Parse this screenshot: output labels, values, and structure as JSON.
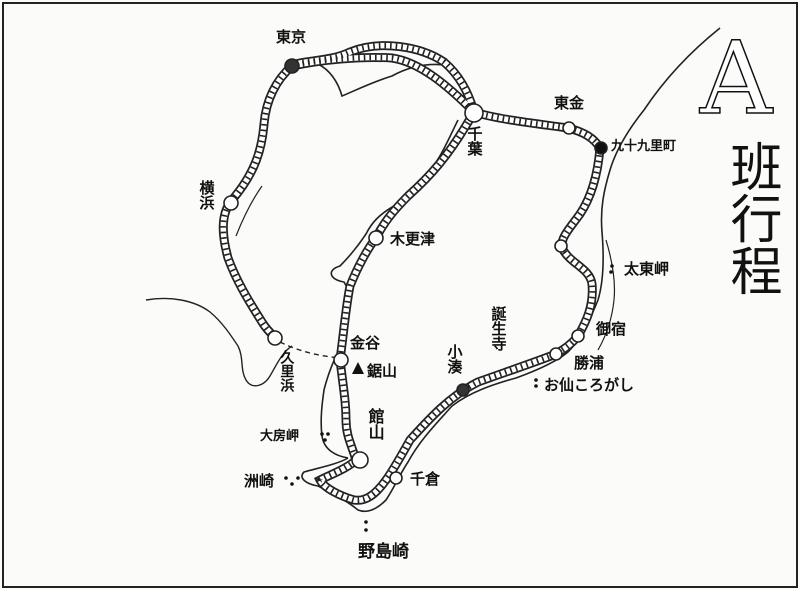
{
  "map": {
    "title_letter": "A",
    "title_text": "班行程",
    "places": {
      "tokyo": "東京",
      "yokohama": "横浜",
      "chiba": "千葉",
      "togane": "東金",
      "kujukuri": "九十九里町",
      "kisarazu": "木更津",
      "kurihama": "久里浜",
      "kanaya": "金谷",
      "nokogiriyama": "鋸山",
      "tateyama": "館山",
      "taibusa": "大房岬",
      "sunosaki": "洲崎",
      "nojimazaki": "野島崎",
      "chikura": "千倉",
      "kominato": "小湊",
      "tanjoji": "誕生寺",
      "oyaguchi_senkorogashi": "お仙ころがし",
      "katsuura": "勝浦",
      "onjuku": "御宿",
      "taitomisaki": "太東岬"
    }
  }
}
